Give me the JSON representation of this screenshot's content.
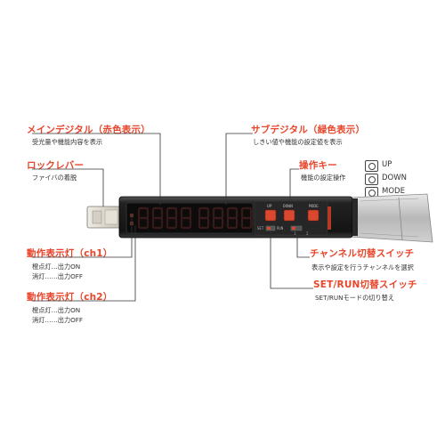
{
  "callouts": {
    "main_digital": {
      "title": "メインデジタル（赤色表示）",
      "desc": "受光量や機能内容を表示"
    },
    "sub_digital": {
      "title": "サブデジタル（緑色表示）",
      "desc": "しきい値や機能の設定値を表示"
    },
    "lock_lever": {
      "title": "ロックレバー",
      "desc": "ファイバの着脱"
    },
    "op_keys": {
      "title": "操作キー",
      "desc": "機能の設定操作"
    },
    "ch1": {
      "title": "動作表示灯（ch1）",
      "desc_lines": [
        "橙点灯…出力ON",
        "消灯……出力OFF"
      ]
    },
    "ch2": {
      "title": "動作表示灯（ch2）",
      "desc_lines": [
        "橙点灯…出力ON",
        "消灯……出力OFF"
      ]
    },
    "channel_switch": {
      "title": "チャンネル切替スイッチ",
      "desc": "表示や設定を行うチャンネルを選択"
    },
    "setrun_switch": {
      "title": "SET/RUN切替スイッチ",
      "desc": "SET/RUNモードの切り替え"
    }
  },
  "legend": [
    {
      "label": "UP",
      "icon": "up-key-icon"
    },
    {
      "label": "DOWN",
      "icon": "down-key-icon"
    },
    {
      "label": "MODE",
      "icon": "mode-key-icon"
    }
  ],
  "device": {
    "key_labels": [
      "UP",
      "DOWN",
      "MODE"
    ],
    "switch_labels": {
      "set": "SET",
      "run": "RUN",
      "ch1": "1",
      "ch2": "2"
    },
    "colors": {
      "body": "#1a1a1a",
      "accent": "#e8462b",
      "key": "#d9482f",
      "segment_off": "#3a1a18"
    }
  }
}
